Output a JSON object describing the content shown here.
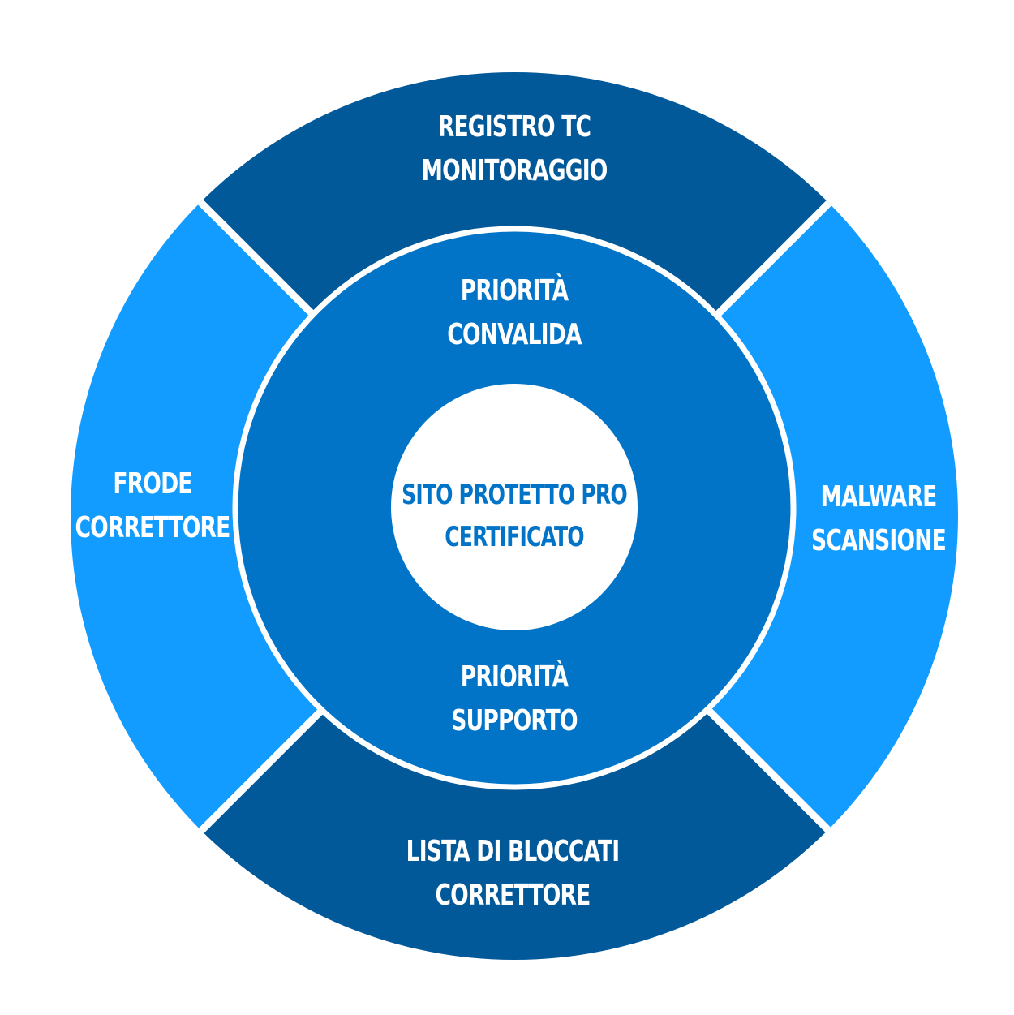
{
  "colors": {
    "outer_dark": "#02599A",
    "outer_light": "#129CFF",
    "middle": "#0274C8",
    "center": "#FFFFFF",
    "center_text": "#0274C8"
  },
  "outer": {
    "top": [
      "REGISTRO TC",
      "MONITORAGGIO"
    ],
    "right": [
      "MALWARE",
      "SCANSIONE"
    ],
    "bottom": [
      "LISTA DI BLOCCATI",
      "CORRETTORE"
    ],
    "left": [
      "FRODE",
      "CORRETTORE"
    ]
  },
  "middle": {
    "top": [
      "PRIORITÀ",
      "CONVALIDA"
    ],
    "bottom": [
      "PRIORITÀ",
      "SUPPORTO"
    ]
  },
  "center": [
    "SITO PROTETTO PRO",
    "CERTIFICATO"
  ]
}
